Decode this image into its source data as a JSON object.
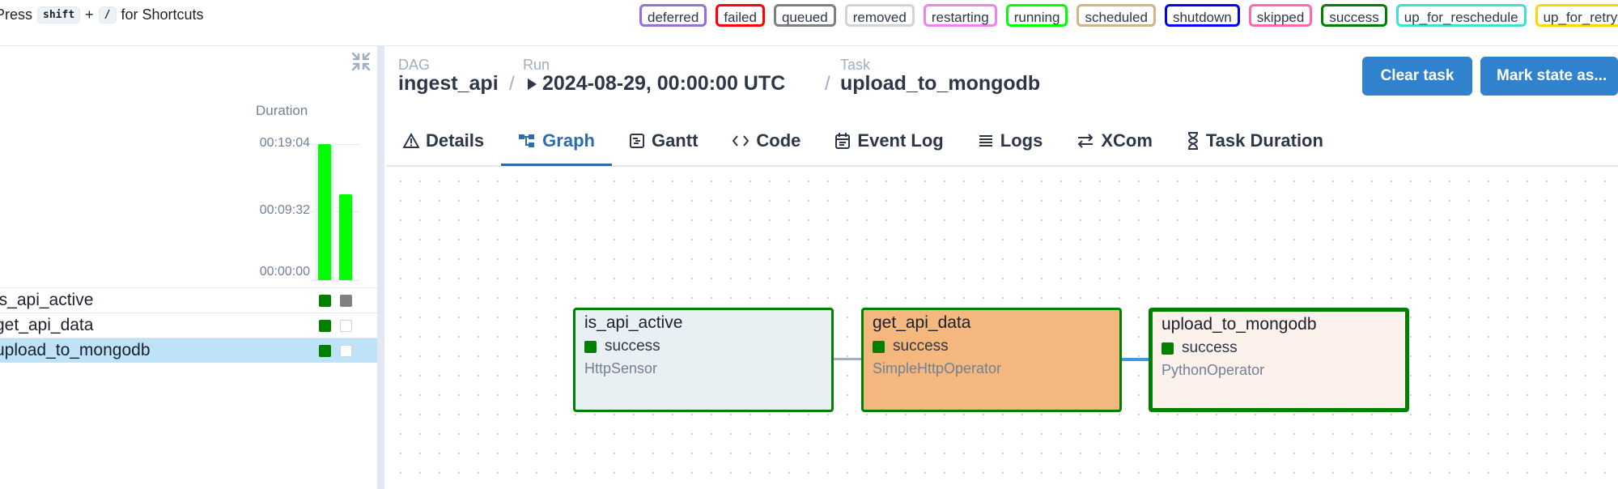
{
  "shortcuts": {
    "prefix": "Press",
    "key1": "shift",
    "plus": "+",
    "key2": "/",
    "suffix": "for Shortcuts"
  },
  "legend": [
    {
      "label": "deferred",
      "color": "#9370db"
    },
    {
      "label": "failed",
      "color": "#ff0000"
    },
    {
      "label": "queued",
      "color": "#808080"
    },
    {
      "label": "removed",
      "color": "#d3d3d3"
    },
    {
      "label": "restarting",
      "color": "#ee82ee"
    },
    {
      "label": "running",
      "color": "#00ff00"
    },
    {
      "label": "scheduled",
      "color": "#d2b48c"
    },
    {
      "label": "shutdown",
      "color": "#0000ff"
    },
    {
      "label": "skipped",
      "color": "#ff69b4"
    },
    {
      "label": "success",
      "color": "#008000"
    },
    {
      "label": "up_for_reschedule",
      "color": "#40e0d0"
    },
    {
      "label": "up_for_retry",
      "color": "#ffd700"
    }
  ],
  "grid": {
    "duration_label": "Duration",
    "ticks": [
      "00:19:04",
      "00:09:32",
      "00:00:00"
    ],
    "runs": [
      {
        "duration_fraction": 1.0
      },
      {
        "duration_fraction": 0.63
      }
    ],
    "rows": [
      {
        "name": "is_api_active",
        "states": [
          "success",
          "queued"
        ]
      },
      {
        "name": "get_api_data",
        "states": [
          "success",
          "none"
        ]
      },
      {
        "name": "upload_to_mongodb",
        "states": [
          "success",
          "none"
        ],
        "selected": true
      }
    ]
  },
  "header": {
    "dag_label": "DAG",
    "dag": "ingest_api",
    "run_label": "Run",
    "run": "2024-08-29, 00:00:00 UTC",
    "task_label": "Task",
    "task": "upload_to_mongodb",
    "slash": "/",
    "clear_button": "Clear task",
    "mark_button": "Mark state as..."
  },
  "tabs": [
    {
      "label": "Details",
      "icon": "warning-icon"
    },
    {
      "label": "Graph",
      "icon": "graph-icon",
      "active": true
    },
    {
      "label": "Gantt",
      "icon": "gantt-icon"
    },
    {
      "label": "Code",
      "icon": "code-icon"
    },
    {
      "label": "Event Log",
      "icon": "calendar-icon"
    },
    {
      "label": "Logs",
      "icon": "logs-icon"
    },
    {
      "label": "XCom",
      "icon": "arrows-icon"
    },
    {
      "label": "Task Duration",
      "icon": "hourglass-icon"
    }
  ],
  "graph_nodes": [
    {
      "name": "is_api_active",
      "state": "success",
      "operator": "HttpSensor",
      "bg": "#e8f0f3"
    },
    {
      "name": "get_api_data",
      "state": "success",
      "operator": "SimpleHttpOperator",
      "bg": "#f4b77e"
    },
    {
      "name": "upload_to_mongodb",
      "state": "success",
      "operator": "PythonOperator",
      "bg": "#fdf1ec",
      "selected": true
    }
  ],
  "colors": {
    "accent": "#3182ce",
    "success": "#008000",
    "running": "#00ff00",
    "queued": "#808080"
  }
}
